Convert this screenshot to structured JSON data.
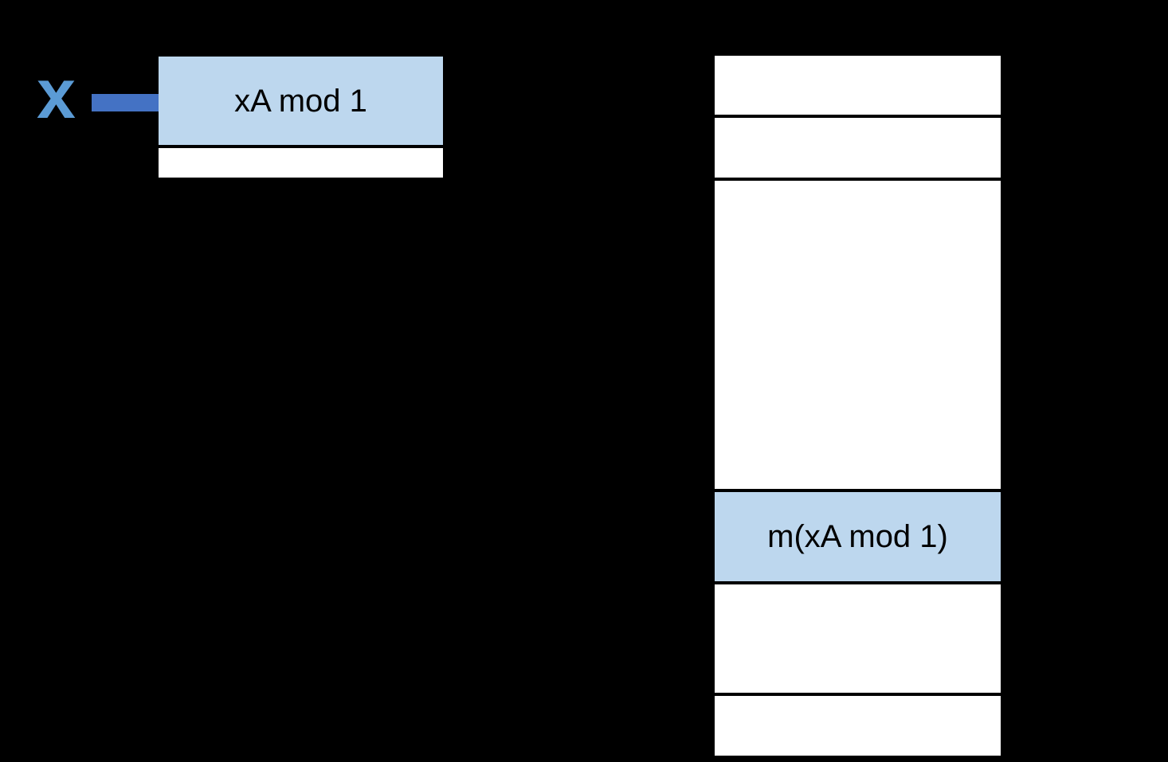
{
  "colors": {
    "background": "#000000",
    "cell-fill": "#ffffff",
    "highlight-fill": "#BDD7EE",
    "arrow": "#4472C4",
    "key-label": "#5B9BD5",
    "text": "#000000"
  },
  "key": {
    "label": "x"
  },
  "hash_function": {
    "formula": "xA mod 1"
  },
  "hash_table": {
    "rows": [
      {
        "label": "",
        "highlighted": false
      },
      {
        "label": "",
        "highlighted": false
      },
      {
        "label": "",
        "highlighted": false
      },
      {
        "label": "m(xA mod 1)",
        "highlighted": true
      },
      {
        "label": "",
        "highlighted": false
      },
      {
        "label": "",
        "highlighted": false
      }
    ]
  }
}
